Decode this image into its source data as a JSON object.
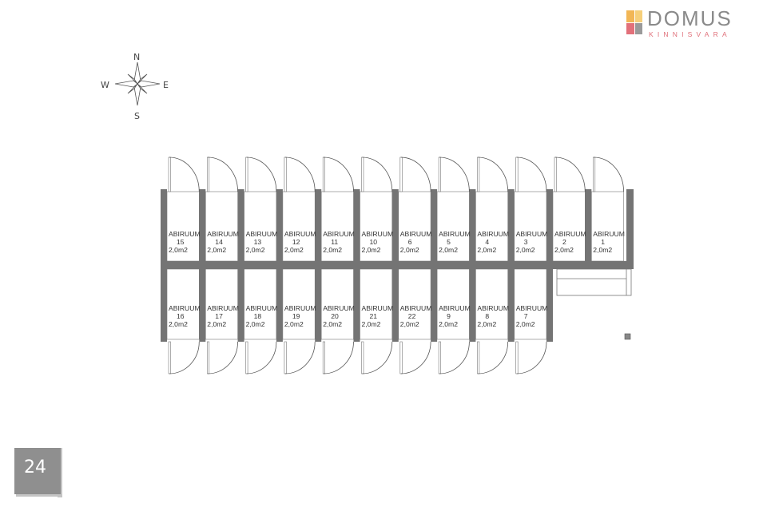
{
  "logo": {
    "word": "DOMUS",
    "sub": "KINNISVARA",
    "colors": [
      "#f2b655",
      "#e2707a",
      "#9a9a9a",
      "#c8c8c8"
    ]
  },
  "compass": {
    "n": "N",
    "s": "S",
    "e": "E",
    "w": "W"
  },
  "page_number": "24",
  "colors": {
    "wall": "#747474",
    "line": "#555555"
  },
  "rooms_top": [
    {
      "label": "ABIRUUM",
      "number": "15",
      "area": "2,0m2"
    },
    {
      "label": "ABIRUUM",
      "number": "14",
      "area": "2,0m2"
    },
    {
      "label": "ABIRUUM",
      "number": "13",
      "area": "2,0m2"
    },
    {
      "label": "ABIRUUM",
      "number": "12",
      "area": "2,0m2"
    },
    {
      "label": "ABIRUUM",
      "number": "11",
      "area": "2,0m2"
    },
    {
      "label": "ABIRUUM",
      "number": "10",
      "area": "2,0m2"
    },
    {
      "label": "ABIRUUM",
      "number": "6",
      "area": "2,0m2"
    },
    {
      "label": "ABIRUUM",
      "number": "5",
      "area": "2,0m2"
    },
    {
      "label": "ABIRUUM",
      "number": "4",
      "area": "2,0m2"
    },
    {
      "label": "ABIRUUM",
      "number": "3",
      "area": "2,0m2"
    },
    {
      "label": "ABIRUUM",
      "number": "2",
      "area": "2,0m2"
    },
    {
      "label": "ABIRUUM",
      "number": "1",
      "area": "2,0m2"
    }
  ],
  "rooms_bottom": [
    {
      "label": "ABIRUUM",
      "number": "16",
      "area": "2,0m2"
    },
    {
      "label": "ABIRUUM",
      "number": "17",
      "area": "2,0m2"
    },
    {
      "label": "ABIRUUM",
      "number": "18",
      "area": "2,0m2"
    },
    {
      "label": "ABIRUUM",
      "number": "19",
      "area": "2,0m2"
    },
    {
      "label": "ABIRUUM",
      "number": "20",
      "area": "2,0m2"
    },
    {
      "label": "ABIRUUM",
      "number": "21",
      "area": "2,0m2"
    },
    {
      "label": "ABIRUUM",
      "number": "22",
      "area": "2,0m2"
    },
    {
      "label": "ABIRUUM",
      "number": "9",
      "area": "2,0m2"
    },
    {
      "label": "ABIRUUM",
      "number": "8",
      "area": "2,0m2"
    },
    {
      "label": "ABIRUUM",
      "number": "7",
      "area": "2,0m2"
    }
  ]
}
